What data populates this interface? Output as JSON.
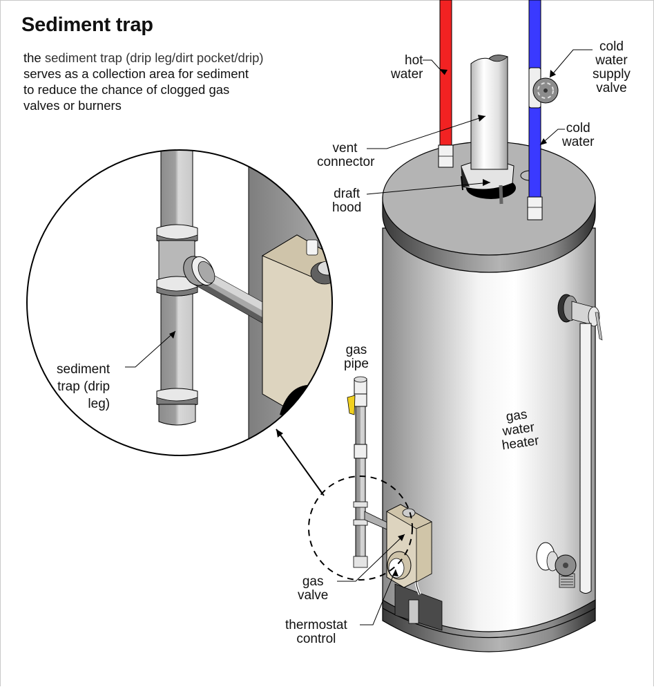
{
  "title": "Sediment trap",
  "description": {
    "prefix": "the ",
    "term": "sediment trap",
    "aliases": "(drip leg/dirt pocket/drip)",
    "lines": [
      "serves as a collection area for sediment",
      "to reduce the chance of clogged gas",
      "valves or burners"
    ]
  },
  "labels": {
    "hot_water": [
      "hot",
      "water"
    ],
    "cold_water_supply_valve": [
      "cold",
      "water",
      "supply",
      "valve"
    ],
    "cold_water": [
      "cold",
      "water"
    ],
    "vent_connector": [
      "vent",
      "connector"
    ],
    "draft_hood": [
      "draft",
      "hood"
    ],
    "gas_pipe": [
      "gas",
      "pipe"
    ],
    "gas_water_heater": [
      "gas",
      "water",
      "heater"
    ],
    "sediment_trap": [
      "sediment",
      "trap (drip",
      "leg)"
    ],
    "gas_valve": [
      "gas",
      "valve"
    ],
    "thermostat_control": [
      "thermostat",
      "control"
    ]
  },
  "colors": {
    "hot_pipe": "#f22222",
    "cold_pipe": "#3a3aff",
    "valve_box": "#ddd4bf",
    "gas_valve_handle": "#f0d020"
  }
}
